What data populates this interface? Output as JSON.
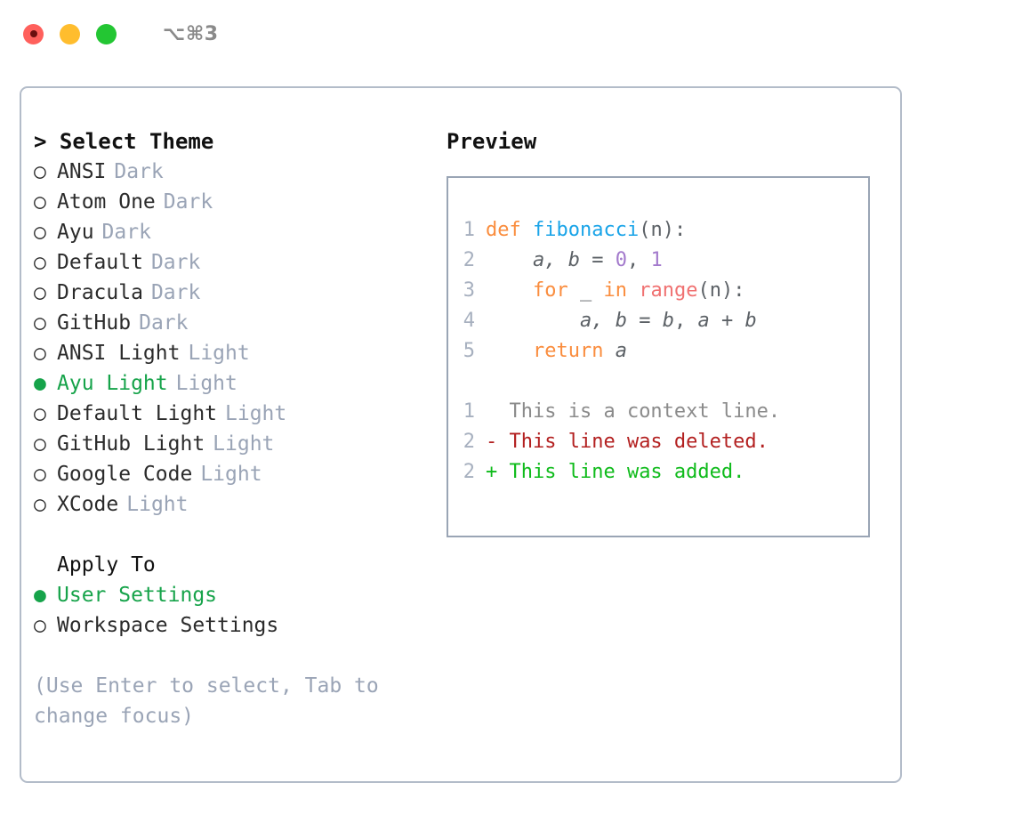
{
  "titlebar": {
    "shortcut": "⌥⌘3",
    "lights": [
      "close",
      "minimize",
      "maximize"
    ]
  },
  "theme_picker": {
    "caret": ">",
    "title": "Select Theme",
    "bullet_unselected": "○",
    "bullet_selected": "●",
    "options": [
      {
        "label": "ANSI",
        "tag": "Dark",
        "selected": false
      },
      {
        "label": "Atom One",
        "tag": "Dark",
        "selected": false
      },
      {
        "label": "Ayu",
        "tag": "Dark",
        "selected": false
      },
      {
        "label": "Default",
        "tag": "Dark",
        "selected": false
      },
      {
        "label": "Dracula",
        "tag": "Dark",
        "selected": false
      },
      {
        "label": "GitHub",
        "tag": "Dark",
        "selected": false
      },
      {
        "label": "ANSI Light",
        "tag": "Light",
        "selected": false
      },
      {
        "label": "Ayu Light",
        "tag": "Light",
        "selected": true
      },
      {
        "label": "Default Light",
        "tag": "Light",
        "selected": false
      },
      {
        "label": "GitHub Light",
        "tag": "Light",
        "selected": false
      },
      {
        "label": "Google Code",
        "tag": "Light",
        "selected": false
      },
      {
        "label": "XCode",
        "tag": "Light",
        "selected": false
      }
    ]
  },
  "apply_to": {
    "title": "Apply To",
    "options": [
      {
        "label": "User Settings",
        "selected": true
      },
      {
        "label": "Workspace Settings",
        "selected": false
      }
    ]
  },
  "hint": "(Use Enter to select, Tab to change focus)",
  "preview": {
    "title": "Preview",
    "code_lines": [
      {
        "num": "1",
        "tokens": [
          {
            "t": "def ",
            "k": "kw"
          },
          {
            "t": "fibonacci",
            "k": "fn"
          },
          {
            "t": "(n):",
            "k": "punc"
          }
        ]
      },
      {
        "num": "2",
        "tokens": [
          {
            "t": "    ",
            "k": "punc"
          },
          {
            "t": "a, b",
            "k": "var"
          },
          {
            "t": " = ",
            "k": "punc"
          },
          {
            "t": "0",
            "k": "num"
          },
          {
            "t": ", ",
            "k": "punc"
          },
          {
            "t": "1",
            "k": "num"
          }
        ]
      },
      {
        "num": "3",
        "tokens": [
          {
            "t": "    ",
            "k": "punc"
          },
          {
            "t": "for",
            "k": "kw"
          },
          {
            "t": " _ ",
            "k": "punc"
          },
          {
            "t": "in",
            "k": "kw"
          },
          {
            "t": " ",
            "k": "punc"
          },
          {
            "t": "range",
            "k": "call"
          },
          {
            "t": "(n):",
            "k": "punc"
          }
        ]
      },
      {
        "num": "4",
        "tokens": [
          {
            "t": "        ",
            "k": "punc"
          },
          {
            "t": "a, b",
            "k": "var"
          },
          {
            "t": " = ",
            "k": "punc"
          },
          {
            "t": "b",
            "k": "var"
          },
          {
            "t": ", ",
            "k": "punc"
          },
          {
            "t": "a",
            "k": "var"
          },
          {
            "t": " + ",
            "k": "punc"
          },
          {
            "t": "b",
            "k": "var"
          }
        ]
      },
      {
        "num": "5",
        "tokens": [
          {
            "t": "    ",
            "k": "punc"
          },
          {
            "t": "return",
            "k": "kw"
          },
          {
            "t": " ",
            "k": "punc"
          },
          {
            "t": "a",
            "k": "var"
          }
        ]
      }
    ],
    "diff_lines": [
      {
        "num": "1",
        "marker": " ",
        "text": " This is a context line.",
        "kind": "ctx"
      },
      {
        "num": "2",
        "marker": "-",
        "text": " This line was deleted.",
        "kind": "del"
      },
      {
        "num": "2",
        "marker": "+",
        "text": " This line was added.",
        "kind": "add"
      }
    ]
  },
  "colors": {
    "accent_green": "#16a34a",
    "tag_gray": "#9aa4b6",
    "border": "#b3bcc9",
    "panel_border": "#9aa5b5",
    "kw_orange": "#fa8d3e",
    "fn_blue": "#1aa4e8",
    "num_purple": "#a37acc",
    "call_red": "#f07171",
    "var_gray": "#5c6166",
    "diff_delete": "#b32020",
    "diff_add": "#0fbb1b"
  }
}
